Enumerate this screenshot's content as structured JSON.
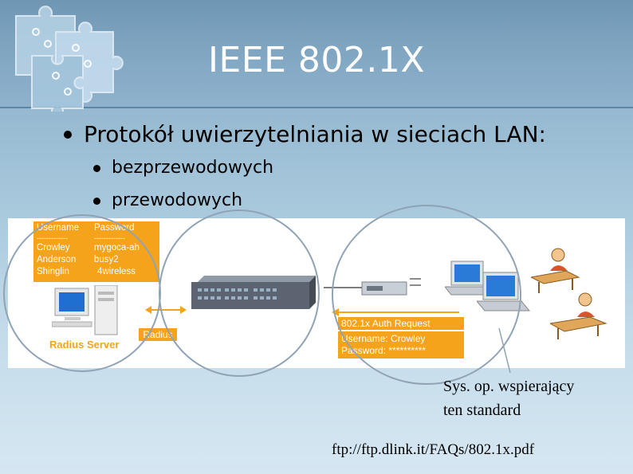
{
  "slide": {
    "title": "IEEE 802.1X",
    "bullets": {
      "main": "Protokół uwierzytelniania w sieciach LAN:",
      "sub": [
        "bezprzewodowych",
        "przewodowych"
      ]
    }
  },
  "diagram": {
    "user_table": {
      "headers": [
        "Username",
        "Password"
      ],
      "separator": [
        "-------------",
        "-------------"
      ],
      "rows": [
        [
          "Crowley",
          "mygoca-ah"
        ],
        [
          "Anderson",
          "busy2"
        ],
        [
          "Shinglin",
          "4wireless"
        ]
      ]
    },
    "radius_label": "Radius",
    "radius_server_label": "Radius Server",
    "auth_request_label": "802.1x Auth Request",
    "credentials": {
      "username": "Username: Crowley",
      "password": "Password: **********"
    }
  },
  "annotations": {
    "os_note": [
      "Sys. op. wspierający",
      "ten standard"
    ],
    "source_url": "ftp://ftp.dlink.it/FAQs/802.1x.pdf"
  },
  "colors": {
    "accent_orange": "#f5a31a",
    "title_text": "#ffffff",
    "background": "#a9c9dd"
  }
}
